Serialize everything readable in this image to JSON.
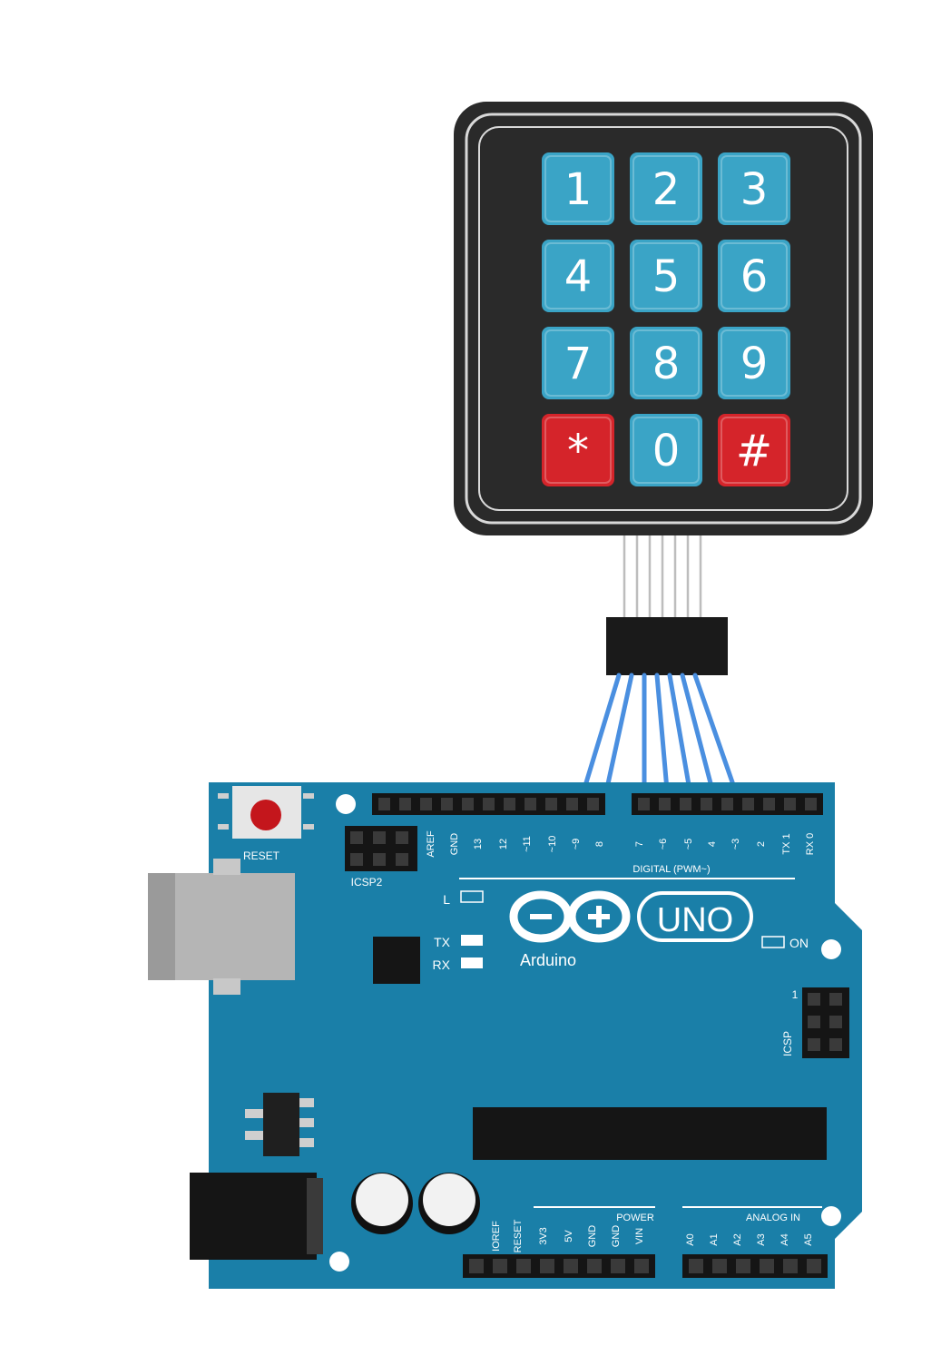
{
  "keypad": {
    "keys": [
      {
        "label": "1",
        "color": "#3aa4c6"
      },
      {
        "label": "2",
        "color": "#3aa4c6"
      },
      {
        "label": "3",
        "color": "#3aa4c6"
      },
      {
        "label": "4",
        "color": "#3aa4c6"
      },
      {
        "label": "5",
        "color": "#3aa4c6"
      },
      {
        "label": "6",
        "color": "#3aa4c6"
      },
      {
        "label": "7",
        "color": "#3aa4c6"
      },
      {
        "label": "8",
        "color": "#3aa4c6"
      },
      {
        "label": "9",
        "color": "#3aa4c6"
      },
      {
        "label": "*",
        "color": "#d5242a"
      },
      {
        "label": "0",
        "color": "#3aa4c6"
      },
      {
        "label": "#",
        "color": "#d5242a"
      }
    ],
    "body_color": "#2a2a2a",
    "wire_color": "#4a8fe0"
  },
  "board": {
    "pcb_color": "#1a7fa8",
    "reset_label": "RESET",
    "icsp_label": "ICSP2",
    "icsp2_label": "ICSP",
    "led_l": "L",
    "led_tx": "TX",
    "led_rx": "RX",
    "led_on": "ON",
    "logo_text": "UNO",
    "brand": "Arduino",
    "digital_header_label": "DIGITAL (PWM~)",
    "power_label": "POWER",
    "analog_label": "ANALOG IN",
    "digital_pins": [
      "AREF",
      "GND",
      "13",
      "12",
      "~11",
      "~10",
      "~9",
      "8",
      "7",
      "~6",
      "~5",
      "4",
      "~3",
      "2",
      "TX 1",
      "RX 0"
    ],
    "power_pins": [
      "IOREF",
      "RESET",
      "3V3",
      "5V",
      "GND",
      "GND",
      "VIN"
    ],
    "analog_pins": [
      "A0",
      "A1",
      "A2",
      "A3",
      "A4",
      "A5"
    ]
  }
}
